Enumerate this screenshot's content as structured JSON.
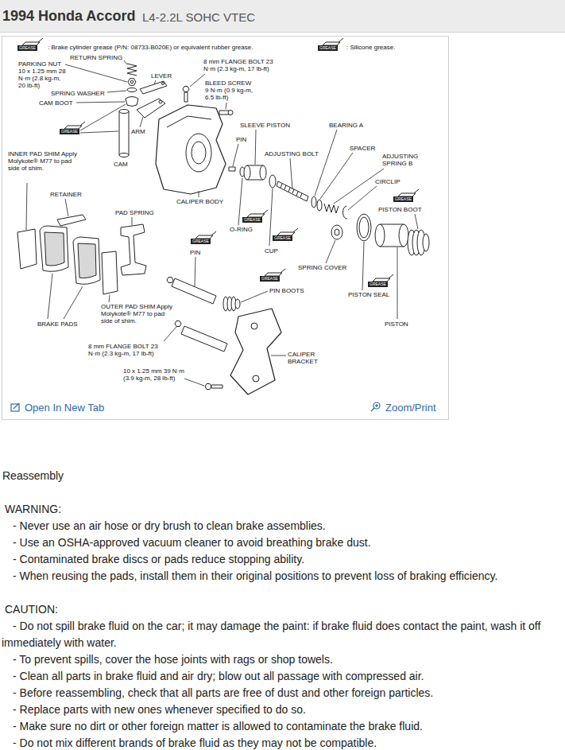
{
  "diagram": {
    "title": "1994 Honda Accord",
    "nodes": [
      {
        "text": [
          "Open In New Tab",
          "Zoom/Print"
        ]
      }
    ],
    "labels": [
      "L4-2.2L SOHC VTEC",
      "GREASE",
      "GREASE",
      "PARKING NUT 10 x 1.25 mm 28 N·m (2.8 kg-m, 20 lb-ft)",
      "RETURN SPRING",
      "8 mm FLANGE BOLT 23 N·m (2.3 kg-m, 17 lb-ft)",
      "LEVER",
      "BLEED SCREW 9 N·m (0.9 kg-m, 6.5 lb-ft)",
      "SPRING WASHER",
      "CAM BOOT",
      "GREASE",
      "ARM",
      "SLEEVE PISTON",
      "BEARING A",
      "PIN",
      "SPACER",
      "ADJUSTING BOLT",
      "INNER PAD SHIM Apply Molykote® M77 to pad side of shim.",
      "ADJUSTING SPRING B",
      "CAM",
      "CIRCLIP",
      "RETAINER",
      "CALIPER BODY",
      "GREASE",
      "PISTON BOOT",
      "PAD SPRING",
      "GREASE",
      "O-RING",
      "GREASE",
      "GREASE",
      "CUP",
      "PIN",
      "SPRING COVER",
      "GREASE",
      "GREASE",
      "PIN BOOTS",
      "PISTON SEAL",
      "OUTER PAD SHIM Apply Molykote® M77 to pad side of shim.",
      "PISTON",
      "BRAKE PADS",
      "8 mm FLANGE BOLT 23 N·m (2.3 kg-m, 17 lb-ft)",
      "CALIPER BRACKET",
      "10 x 1.25 mm 39 N·m (3.9 kg-m, 28 lb-ft)",
      "Reassembly",
      "WARNING:",
      "- Never use an air hose or dry brush to clean brake assemblies.",
      "- Use an OSHA-approved vacuum cleaner to avoid breathing brake dust.",
      "- Contaminated brake discs or pads reduce stopping ability.",
      "- When reusing the pads, install them in their original positions to prevent loss of braking efficiency.",
      "CAUTION:",
      "- Do not spill brake fluid on the car; it may damage the paint: if brake fluid does contact the paint, wash it off immediately with water.",
      "- To prevent spills, cover the hose joints with rags or shop towels.",
      "- Clean all parts in brake fluid and air dry; blow out all passage with compressed air.",
      "- Before reassembling, check that all parts are free of dust and other foreign particles.",
      "- Replace parts with new ones whenever specified to do so.",
      "- Make sure no dirt or other foreign matter is allowed to contaminate the brake fluid.",
      "- Do not mix different brands of brake fluid as they may not be compatible."
    ],
    "legend": [
      {
        "text": ": Brake cylinder grease (P/N: 08733-B020E) or equivalent rubber grease."
      },
      {
        "text": ": Silicone grease."
      }
    ]
  }
}
